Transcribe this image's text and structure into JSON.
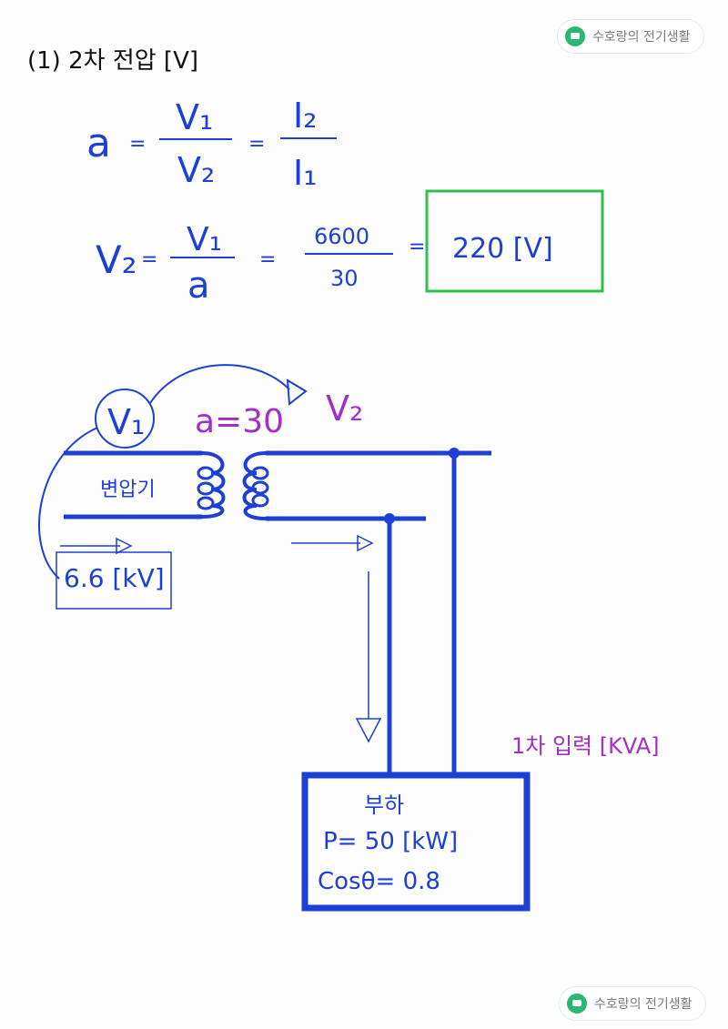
{
  "header": {
    "question": "(1) 2차 전압 [V]"
  },
  "watermark": {
    "label": "수호랑의 전기생활",
    "icon": "chat-bubble-icon",
    "accent": "#2bb673"
  },
  "formula1": {
    "lhs": "a",
    "eq": "=",
    "num1": "V₁",
    "den1": "V₂",
    "num2": "I₂",
    "den2": "I₁"
  },
  "formula2": {
    "lhs": "V₂",
    "eq": "=",
    "num1": "V₁",
    "den1": "a",
    "num2": "6600",
    "den2": "30",
    "result": "220 [V]"
  },
  "circuit": {
    "voltmeter": "V₁",
    "ratio": "a=30",
    "secondary_voltage": "V₂",
    "transformer": "변압기",
    "primary_voltage": "6.6 [kV]",
    "input_label": "1차 입력 [KVA]",
    "load_title": "부하",
    "load_power": "P= 50 [kW]",
    "load_pf": "Cosθ= 0.8"
  },
  "colors": {
    "ink": "#1e3fd6",
    "purple": "#a030c8",
    "green_box": "#2fbf4f"
  }
}
